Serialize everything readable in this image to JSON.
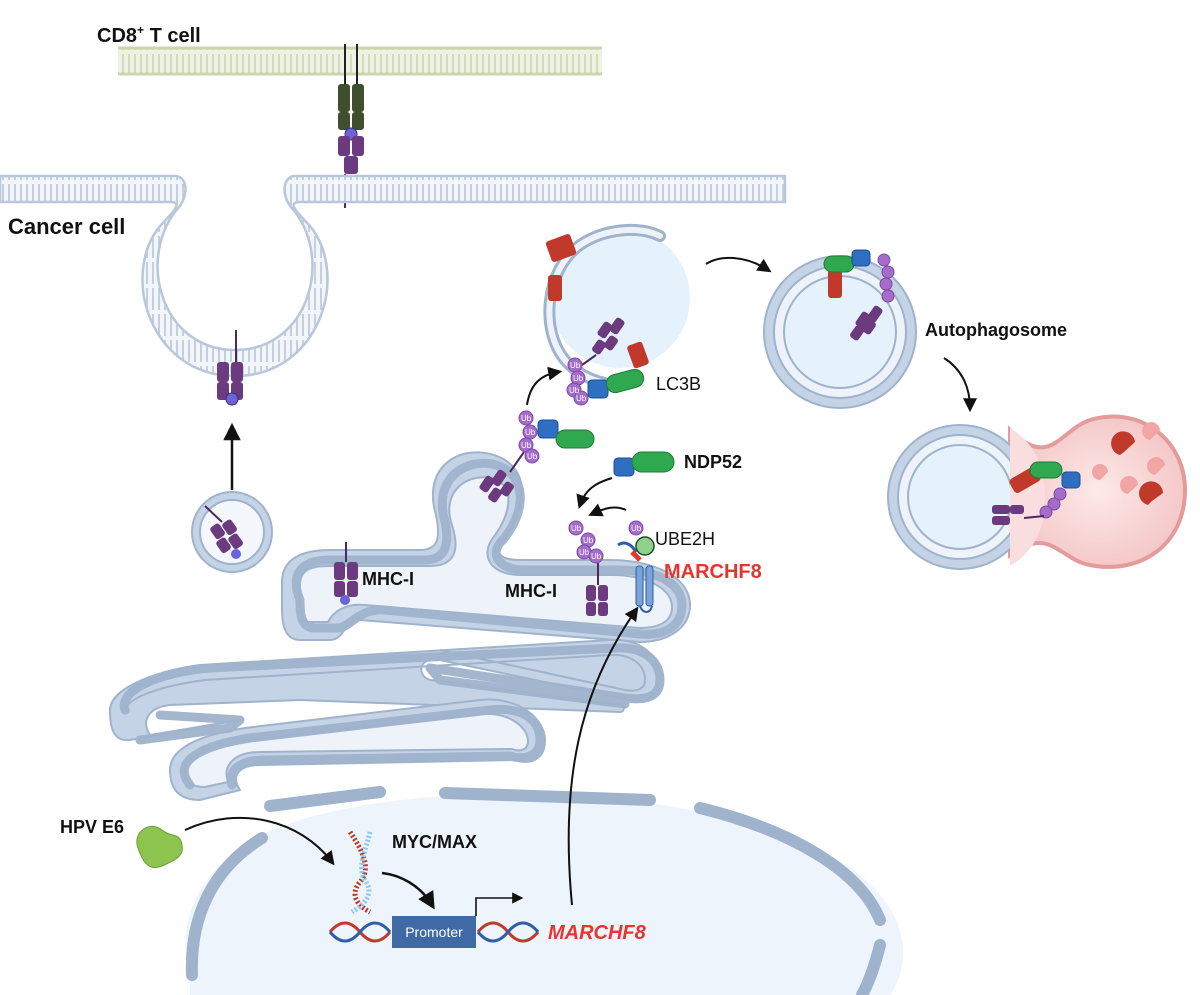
{
  "labels": {
    "tcell": "CD8",
    "tcell_sup": "+",
    "tcell_rest": " T cell",
    "cancer_cell": "Cancer cell",
    "lc3b": "LC3B",
    "autophagosome": "Autophagosome",
    "ndp52": "NDP52",
    "ube2h": "UBE2H",
    "marchf8_protein": "MARCHF8",
    "mhc1_a": "MHC-I",
    "mhc1_b": "MHC-I",
    "hpv_e6": "HPV E6",
    "myc_max": "MYC/MAX",
    "promoter": "Promoter",
    "marchf8_gene": "MARCHF8",
    "ub": "Ub"
  },
  "colors": {
    "membrane": "#9fb3cc",
    "membrane_fill": "#c5d3e6",
    "tcell_membrane": "#c9d6b0",
    "mhc": "#6b3a7f",
    "peptide": "#6c63d8",
    "tcr": "#3e4f2e",
    "ub": "#a56ccb",
    "ndp52_green": "#2fa84f",
    "ndp52_blue": "#2f6fc1",
    "lc3b_red": "#c0392b",
    "marchf8_red": "#e8342e",
    "lysosome": "#f4c9c9",
    "e6": "#8cc44e"
  }
}
